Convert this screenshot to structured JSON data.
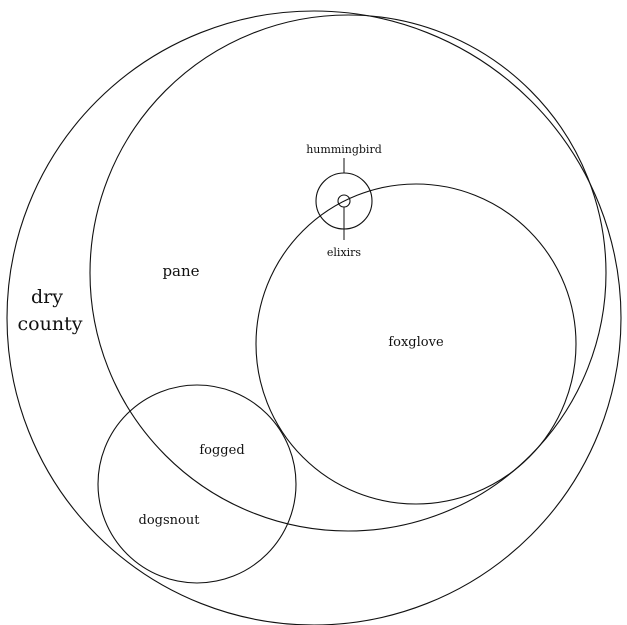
{
  "diagram": {
    "regions": {
      "dry_county": [
        "dry",
        "county"
      ],
      "pane": "pane",
      "foxglove": "foxglove",
      "hummingbird": "hummingbird",
      "elixirs": "elixirs",
      "fogged": "fogged",
      "dogsnout": "dogsnout"
    }
  }
}
